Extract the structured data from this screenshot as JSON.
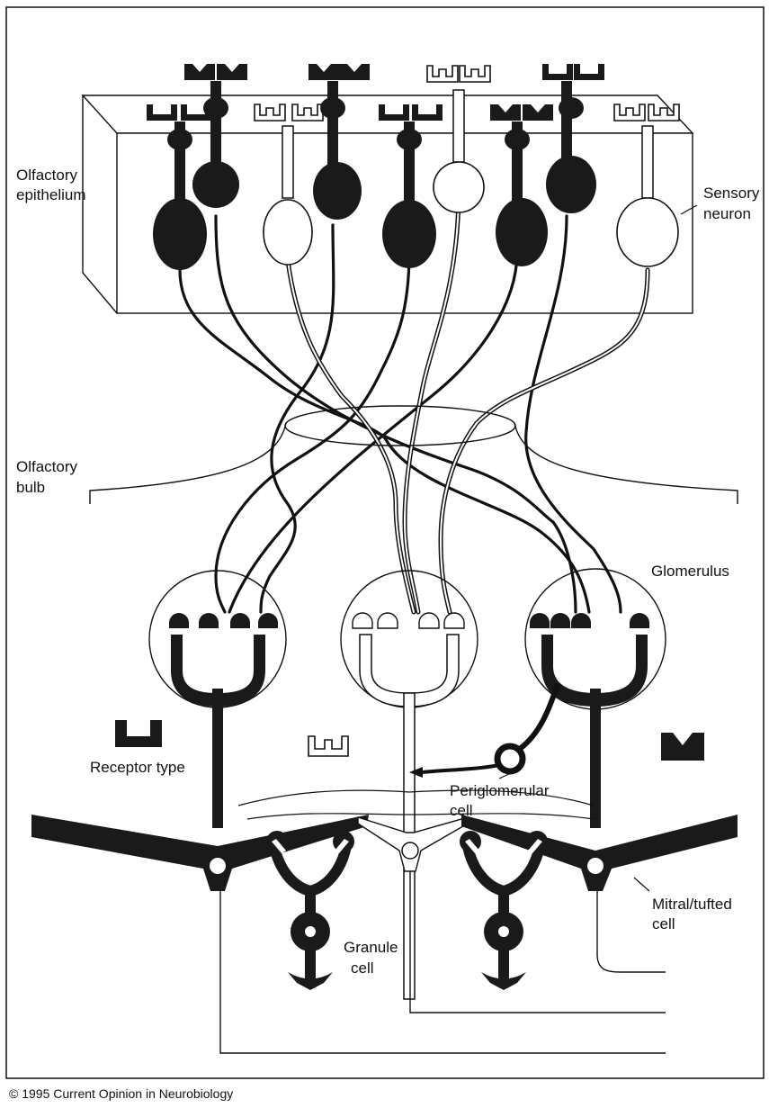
{
  "labels": {
    "epithelium_line1": "Olfactory",
    "epithelium_line2": "epithelium",
    "sensory_line1": "Sensory",
    "sensory_line2": "neuron",
    "bulb_line1": "Olfactory",
    "bulb_line2": "bulb",
    "glomerulus": "Glomerulus",
    "receptor_type": "Receptor type",
    "periglomerular_line1": "Periglomerular",
    "periglomerular_line2": "cell",
    "mitral_line1": "Mitral/tufted",
    "mitral_line2": "cell",
    "granule_line1": "Granule",
    "granule_line2": "cell"
  },
  "credit": "© 1995 Current Opinion in Neurobiology",
  "colors": {
    "ink": "#111111",
    "dark_cell": "#1a1a1a",
    "light_cell": "#ffffff",
    "background": "#ffffff"
  },
  "receptor_types": [
    "U-shape receptor",
    "double-U receptor",
    "M-shape receptor"
  ]
}
